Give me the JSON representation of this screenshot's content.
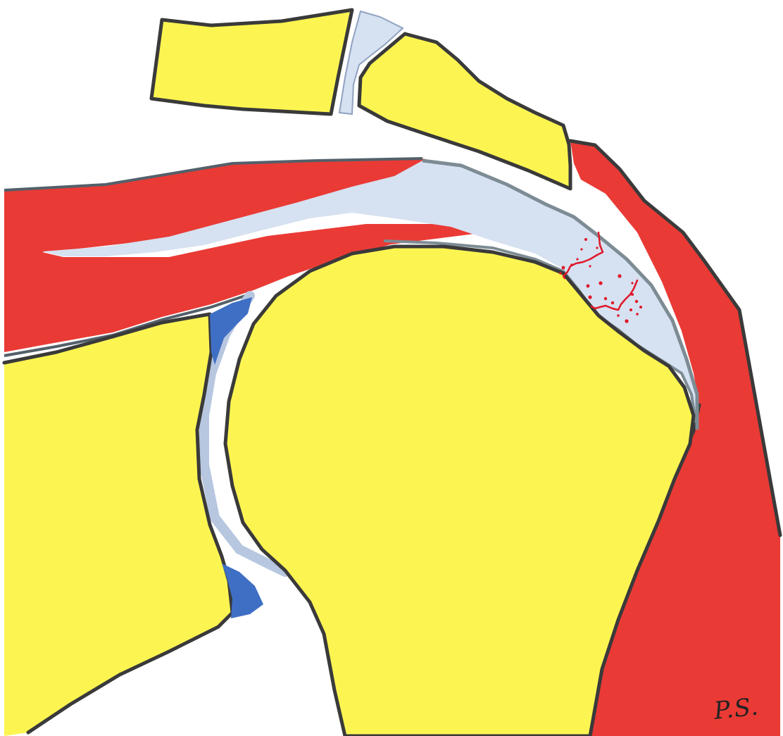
{
  "signature": "P.S.",
  "colors": {
    "bone": "#fcf551",
    "muscle": "#ea3a35",
    "tendon": "#d6e1f1",
    "cartilage": "#3f6fc4",
    "outline": "#3a3a3a",
    "tendon_outline": "#7d8c94",
    "lesion": "#e0172a"
  },
  "structures": [
    "clavicle",
    "acromioclavicular-joint",
    "acromion",
    "supraspinatus-muscle",
    "supraspinatus-tendon",
    "deltoid-muscle",
    "humeral-head",
    "glenoid",
    "glenoid-labrum-superior",
    "glenoid-labrum-inferior",
    "joint-capsule",
    "tendon-calcification"
  ]
}
